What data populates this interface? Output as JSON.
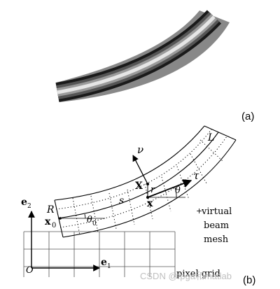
{
  "panel_a": {
    "label": "(a)"
  },
  "panel_b": {
    "label": "(b)",
    "symbols": {
      "nu": "ν",
      "tau": "τ",
      "theta": "θ",
      "theta0": "θ",
      "theta0_sub": "0",
      "X": "X",
      "x": "x",
      "r": "r",
      "s": "s",
      "L": "L",
      "R": "R",
      "x0": "x",
      "x0_sub": "0",
      "e2": "e",
      "e2_sub": "2",
      "e1": "e",
      "e1_sub": "1",
      "O": "O"
    },
    "virtual_beam_mesh": [
      "virtual",
      "beam",
      "mesh"
    ],
    "pixel_grid": "pixel grid"
  },
  "watermark": "CSDN @fpga和matlab"
}
